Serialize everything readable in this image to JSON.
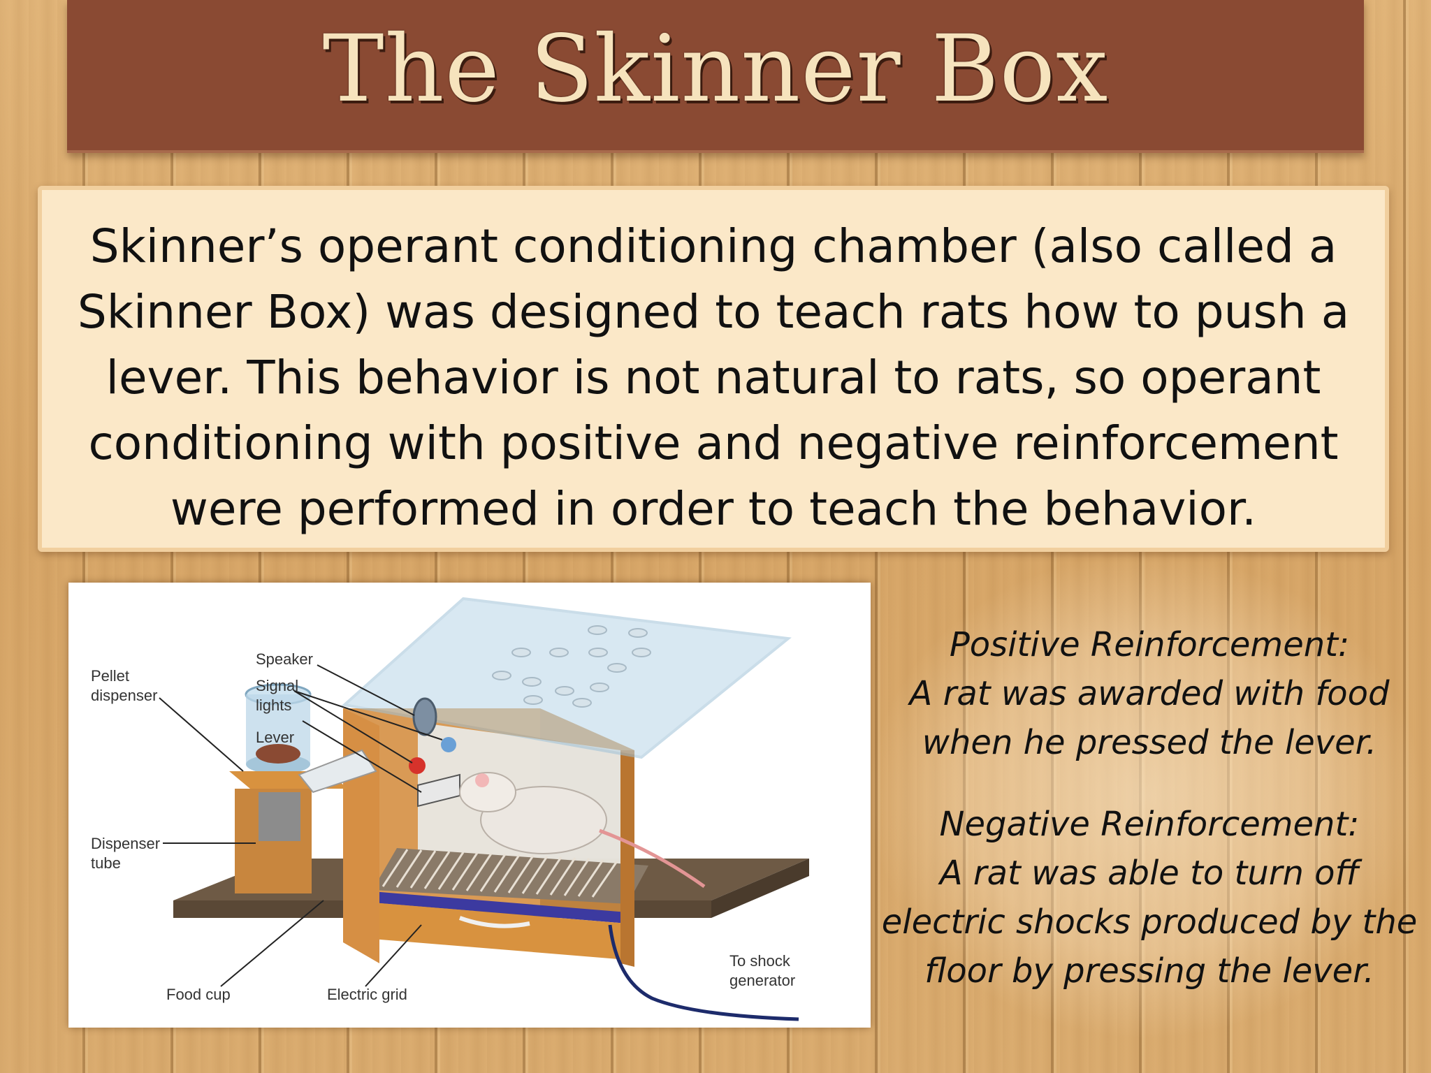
{
  "title": "The Skinner Box",
  "description": [
    "Skinner’s operant conditioning chamber (also called a",
    "Skinner Box) was designed to teach rats how to push a",
    "lever.  This behavior is not natural to rats, so operant",
    "conditioning with positive and negative reinforcement",
    "were performed in order to teach the behavior."
  ],
  "figure": {
    "labels": {
      "pellet_dispenser": [
        "Pellet",
        "dispenser"
      ],
      "speaker": "Speaker",
      "signal_lights": [
        "Signal",
        "lights"
      ],
      "lever": "Lever",
      "dispenser_tube": [
        "Dispenser",
        "tube"
      ],
      "food_cup": "Food cup",
      "electric_grid": "Electric grid",
      "shock_generator": [
        "To shock",
        "generator"
      ]
    }
  },
  "positive": {
    "heading": "Positive Reinforcement:",
    "lines": [
      "A rat was awarded with food",
      "when he pressed the lever."
    ]
  },
  "negative": {
    "heading": "Negative Reinforcement:",
    "lines": [
      "A rat was able to turn off",
      "electric shocks produced by the",
      "floor by pressing the lever."
    ]
  }
}
